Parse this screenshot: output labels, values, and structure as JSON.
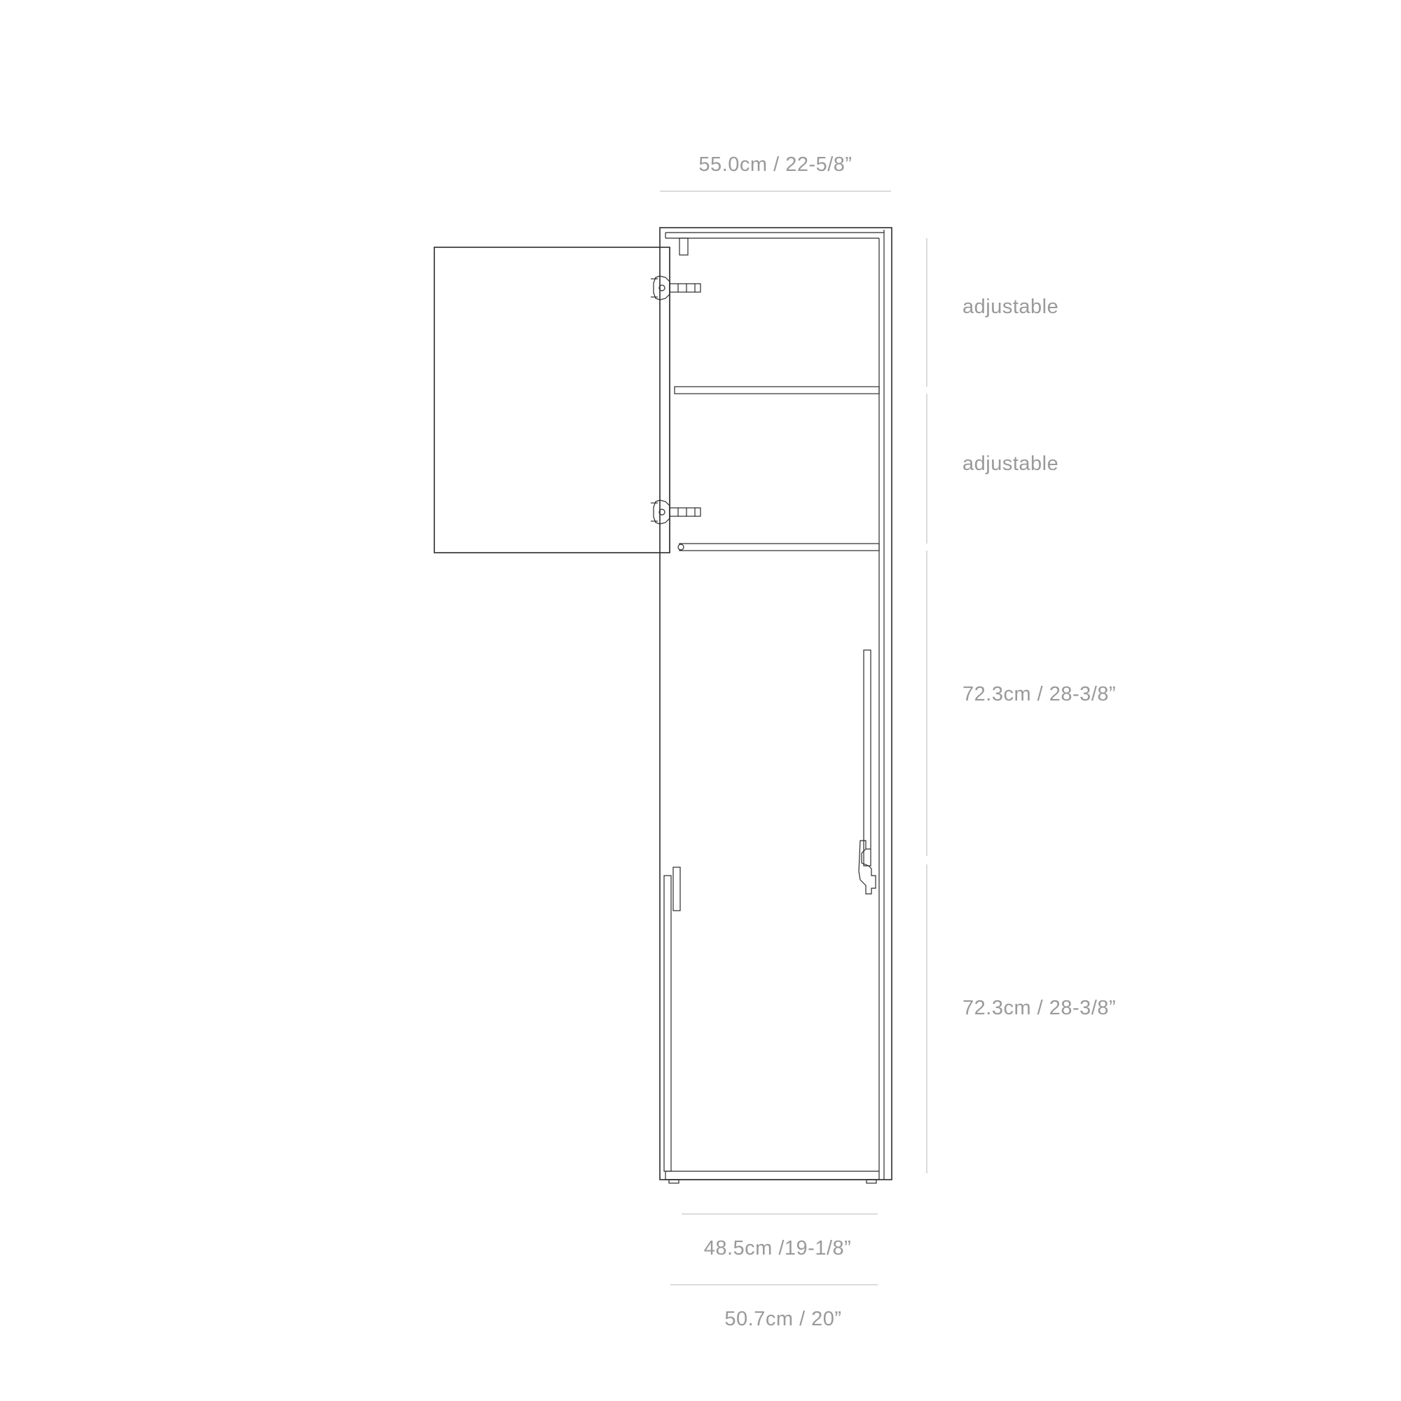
{
  "dimensions": {
    "top_width": "55.0cm / 22-5/8”",
    "upper_compartment": "adjustable",
    "middle_compartment": "adjustable",
    "lower_upper_section": "72.3cm / 28-3/8”",
    "lower_section": "72.3cm / 28-3/8”",
    "inner_depth": "48.5cm /19-1/8”",
    "outer_depth": "50.7cm / 20”"
  }
}
